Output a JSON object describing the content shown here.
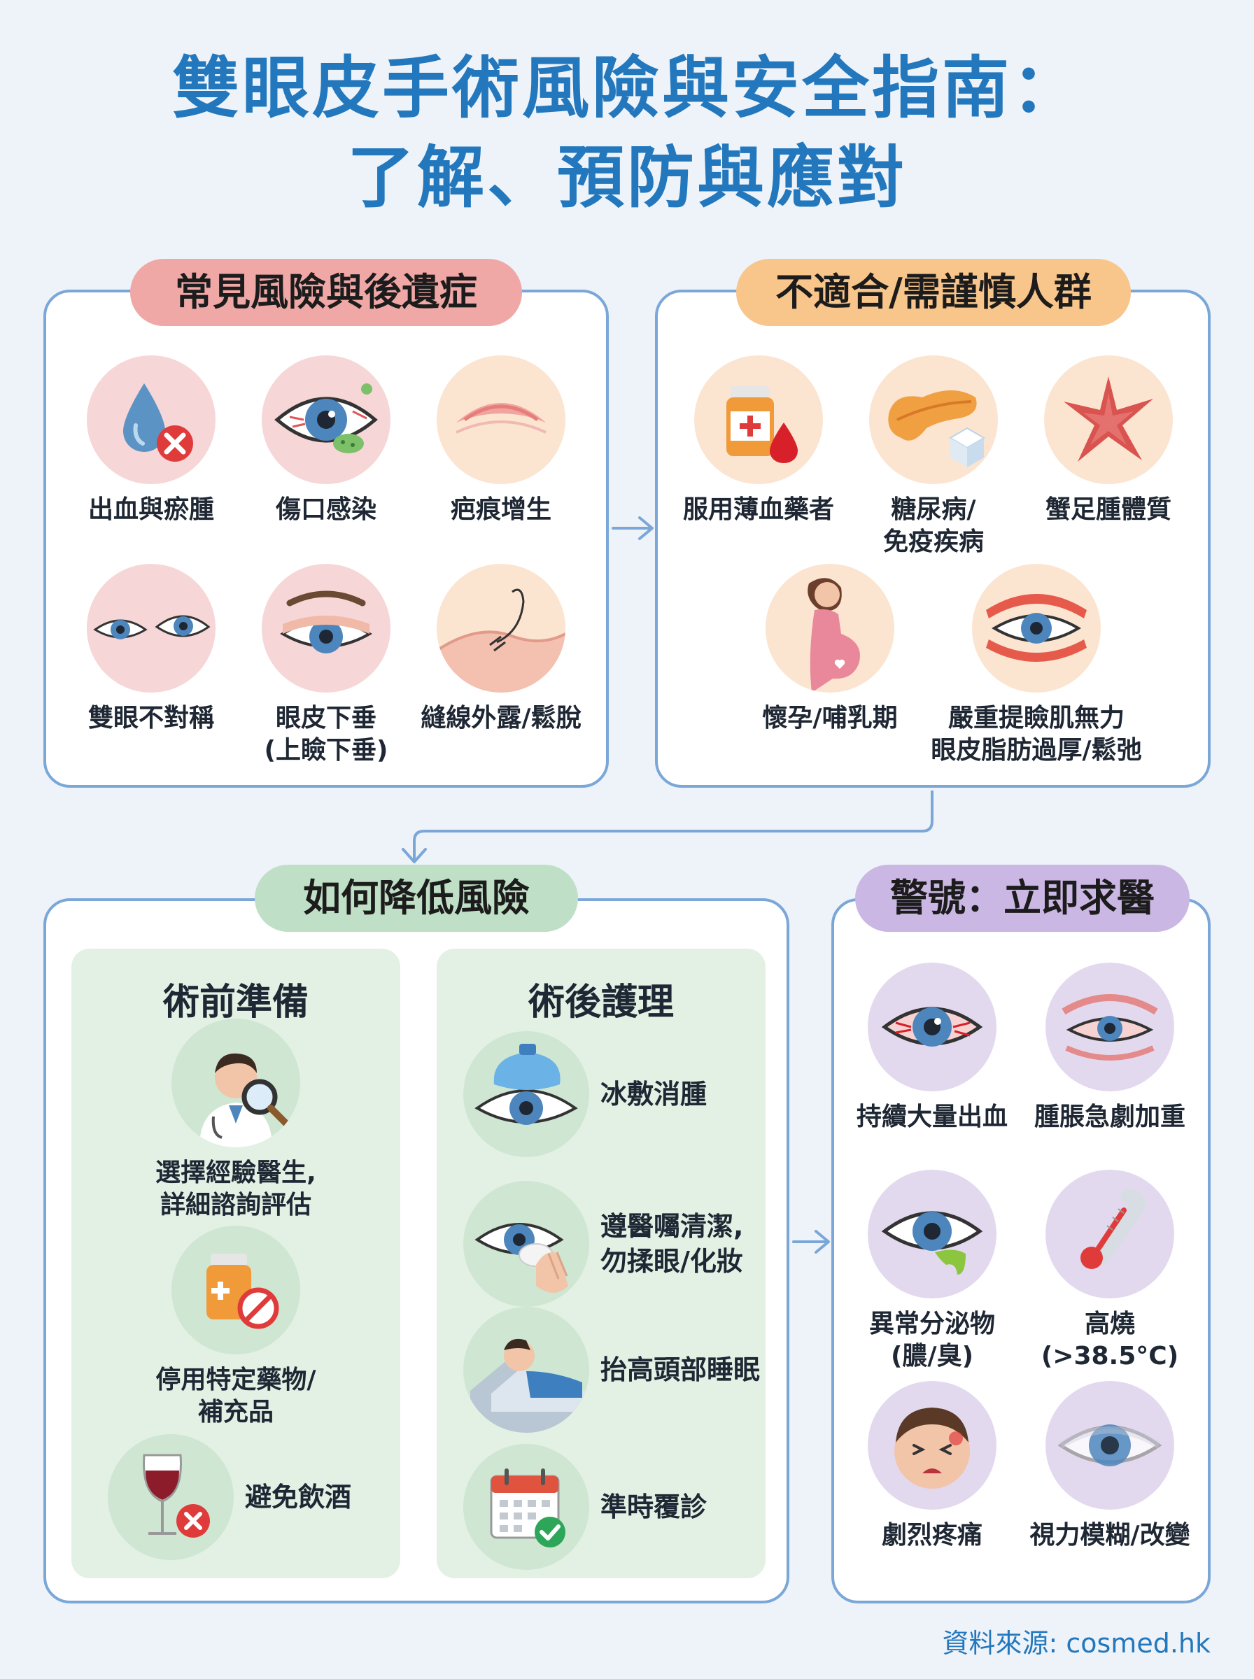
{
  "title": {
    "line1": "雙眼皮手術風險與安全指南：",
    "line2": "了解、預防與應對"
  },
  "risks": {
    "heading": "常見風險與後遺症",
    "items": [
      {
        "label": "出血與瘀腫",
        "icon": "blood-drop-icon"
      },
      {
        "label": "傷口感染",
        "icon": "infected-eye-icon"
      },
      {
        "label": "疤痕增生",
        "icon": "scar-icon"
      },
      {
        "label": "雙眼不對稱",
        "icon": "asymmetric-eyes-icon"
      },
      {
        "label": "眼皮下垂\n(上瞼下垂)",
        "icon": "drooping-eyelid-icon"
      },
      {
        "label": "縫線外露/鬆脫",
        "icon": "suture-icon"
      }
    ]
  },
  "unsuitable": {
    "heading": "不適合/需謹慎人群",
    "items": [
      {
        "label": "服用薄血藥者",
        "icon": "medicine-bottle-icon"
      },
      {
        "label": "糖尿病/\n免疫疾病",
        "icon": "pancreas-icon"
      },
      {
        "label": "蟹足腫體質",
        "icon": "keloid-icon"
      },
      {
        "label": "懷孕/哺乳期",
        "icon": "pregnant-woman-icon"
      },
      {
        "label": "嚴重提瞼肌無力\n眼皮脂肪過厚/鬆弛",
        "icon": "weak-muscle-eye-icon"
      }
    ]
  },
  "reduce": {
    "heading": "如何降低風險",
    "pre": {
      "title": "術前準備",
      "items": [
        {
          "label": "選擇經驗醫生,\n詳細諮詢評估",
          "icon": "doctor-icon"
        },
        {
          "label": "停用特定藥物/\n補充品",
          "icon": "stop-medicine-icon"
        },
        {
          "label": "避免飲酒",
          "icon": "no-wine-icon"
        }
      ]
    },
    "post": {
      "title": "術後護理",
      "items": [
        {
          "label": "冰敷消腫",
          "icon": "ice-pack-icon"
        },
        {
          "label": "遵醫囑清潔,\n勿揉眼/化妝",
          "icon": "clean-eye-icon"
        },
        {
          "label": "抬高頭部睡眠",
          "icon": "sleeping-icon"
        },
        {
          "label": "準時覆診",
          "icon": "calendar-icon"
        }
      ]
    }
  },
  "warning": {
    "heading": "警號：立即求醫",
    "items": [
      {
        "label": "持續大量出血",
        "icon": "bleeding-eye-icon"
      },
      {
        "label": "腫脹急劇加重",
        "icon": "swollen-eye-icon"
      },
      {
        "label": "異常分泌物\n(膿/臭)",
        "icon": "discharge-eye-icon"
      },
      {
        "label": "高燒\n(>38.5°C)",
        "icon": "thermometer-icon"
      },
      {
        "label": "劇烈疼痛",
        "icon": "pain-face-icon"
      },
      {
        "label": "視力模糊/改變",
        "icon": "blurry-eye-icon"
      }
    ]
  },
  "source": "資料來源: cosmed.hk",
  "colors": {
    "title": "#2378bd",
    "risks_pill": "#f0a8a6",
    "unsuitable_pill": "#f8c58b",
    "reduce_pill": "#bfe0c6",
    "warning_pill": "#cbb7e4",
    "panel_border": "#7ba7d8"
  }
}
